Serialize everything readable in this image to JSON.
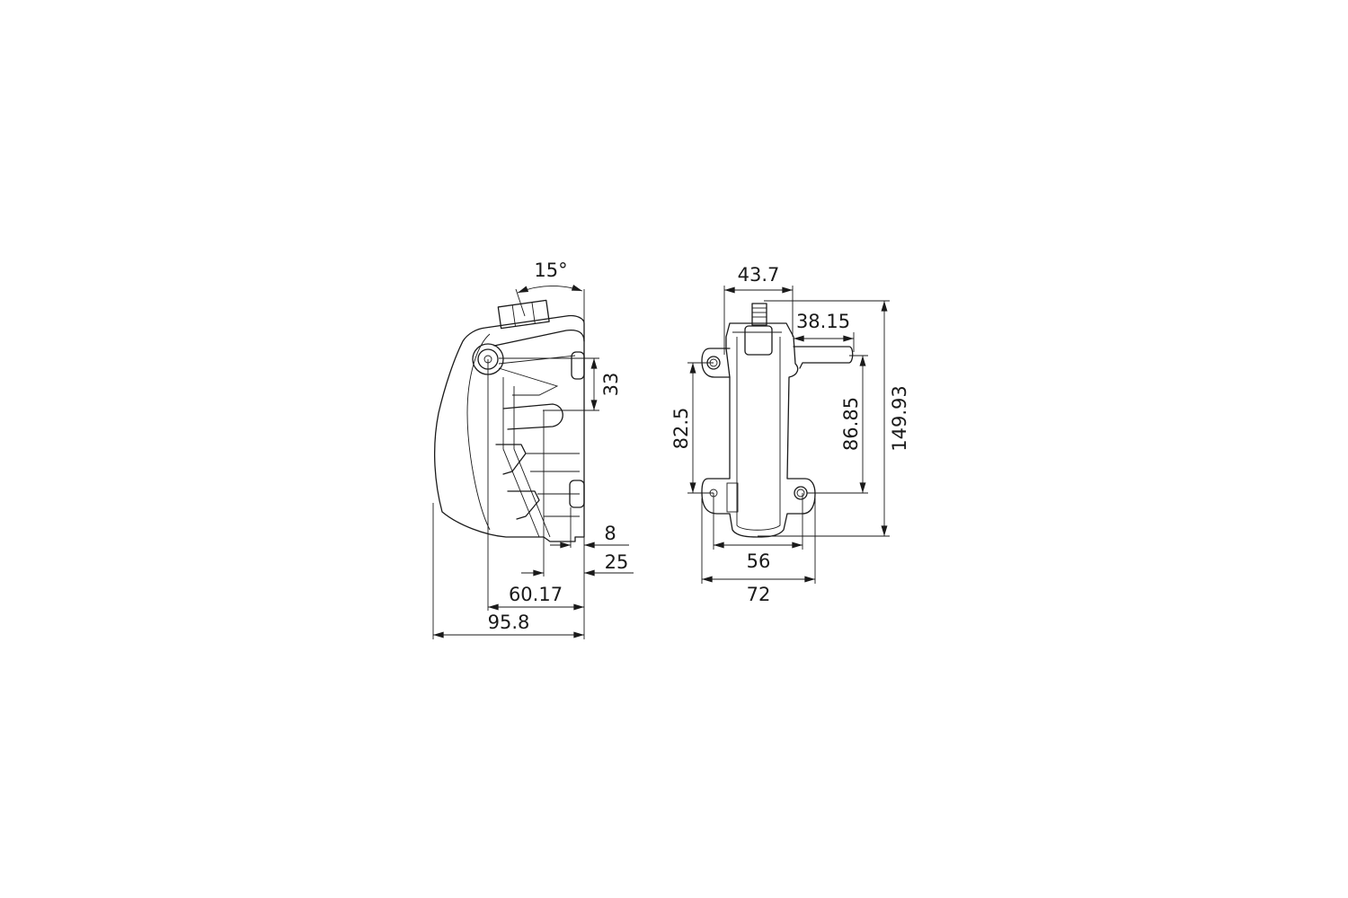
{
  "drawing": {
    "side_view": {
      "angle_label": "15°",
      "dim_33": "33",
      "dim_8": "8",
      "dim_25": "25",
      "dim_60_17": "60.17",
      "dim_95_8": "95.8"
    },
    "front_view": {
      "dim_43_7": "43.7",
      "dim_38_15": "38.15",
      "dim_149_93": "149.93",
      "dim_86_85": "86.85",
      "dim_82_5": "82.5",
      "dim_56": "56",
      "dim_72": "72"
    },
    "line_color": "#1a1a1a"
  }
}
